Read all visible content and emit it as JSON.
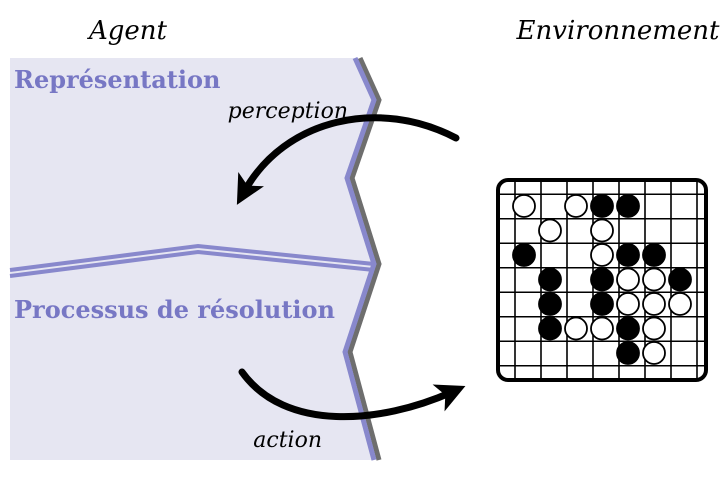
{
  "labels": {
    "agent": "Agent",
    "environment": "Environnement",
    "representation": "Représentation",
    "resolution": "Processus de résolution",
    "perception": "perception",
    "action": "action"
  },
  "colors": {
    "panel_fill": "#e6e6f2",
    "border_blue": "#8888cc",
    "border_gray": "#6e6e6e",
    "text_blue": "#7777c4",
    "arrow": "#000000"
  },
  "board": {
    "size": 7,
    "stones": [
      {
        "row": 0,
        "col": 0,
        "color": "white"
      },
      {
        "row": 0,
        "col": 2,
        "color": "white"
      },
      {
        "row": 0,
        "col": 3,
        "color": "black"
      },
      {
        "row": 0,
        "col": 4,
        "color": "black"
      },
      {
        "row": 1,
        "col": 1,
        "color": "white"
      },
      {
        "row": 1,
        "col": 3,
        "color": "white"
      },
      {
        "row": 2,
        "col": 0,
        "color": "black"
      },
      {
        "row": 2,
        "col": 3,
        "color": "white"
      },
      {
        "row": 2,
        "col": 4,
        "color": "black"
      },
      {
        "row": 2,
        "col": 5,
        "color": "black"
      },
      {
        "row": 3,
        "col": 1,
        "color": "black"
      },
      {
        "row": 3,
        "col": 3,
        "color": "black"
      },
      {
        "row": 3,
        "col": 4,
        "color": "white"
      },
      {
        "row": 3,
        "col": 5,
        "color": "white"
      },
      {
        "row": 3,
        "col": 6,
        "color": "black"
      },
      {
        "row": 4,
        "col": 1,
        "color": "black"
      },
      {
        "row": 4,
        "col": 3,
        "color": "black"
      },
      {
        "row": 4,
        "col": 4,
        "color": "white"
      },
      {
        "row": 4,
        "col": 5,
        "color": "white"
      },
      {
        "row": 4,
        "col": 6,
        "color": "white"
      },
      {
        "row": 5,
        "col": 1,
        "color": "black"
      },
      {
        "row": 5,
        "col": 2,
        "color": "white"
      },
      {
        "row": 5,
        "col": 3,
        "color": "white"
      },
      {
        "row": 5,
        "col": 4,
        "color": "black"
      },
      {
        "row": 5,
        "col": 5,
        "color": "white"
      },
      {
        "row": 6,
        "col": 4,
        "color": "black"
      },
      {
        "row": 6,
        "col": 5,
        "color": "white"
      }
    ]
  }
}
